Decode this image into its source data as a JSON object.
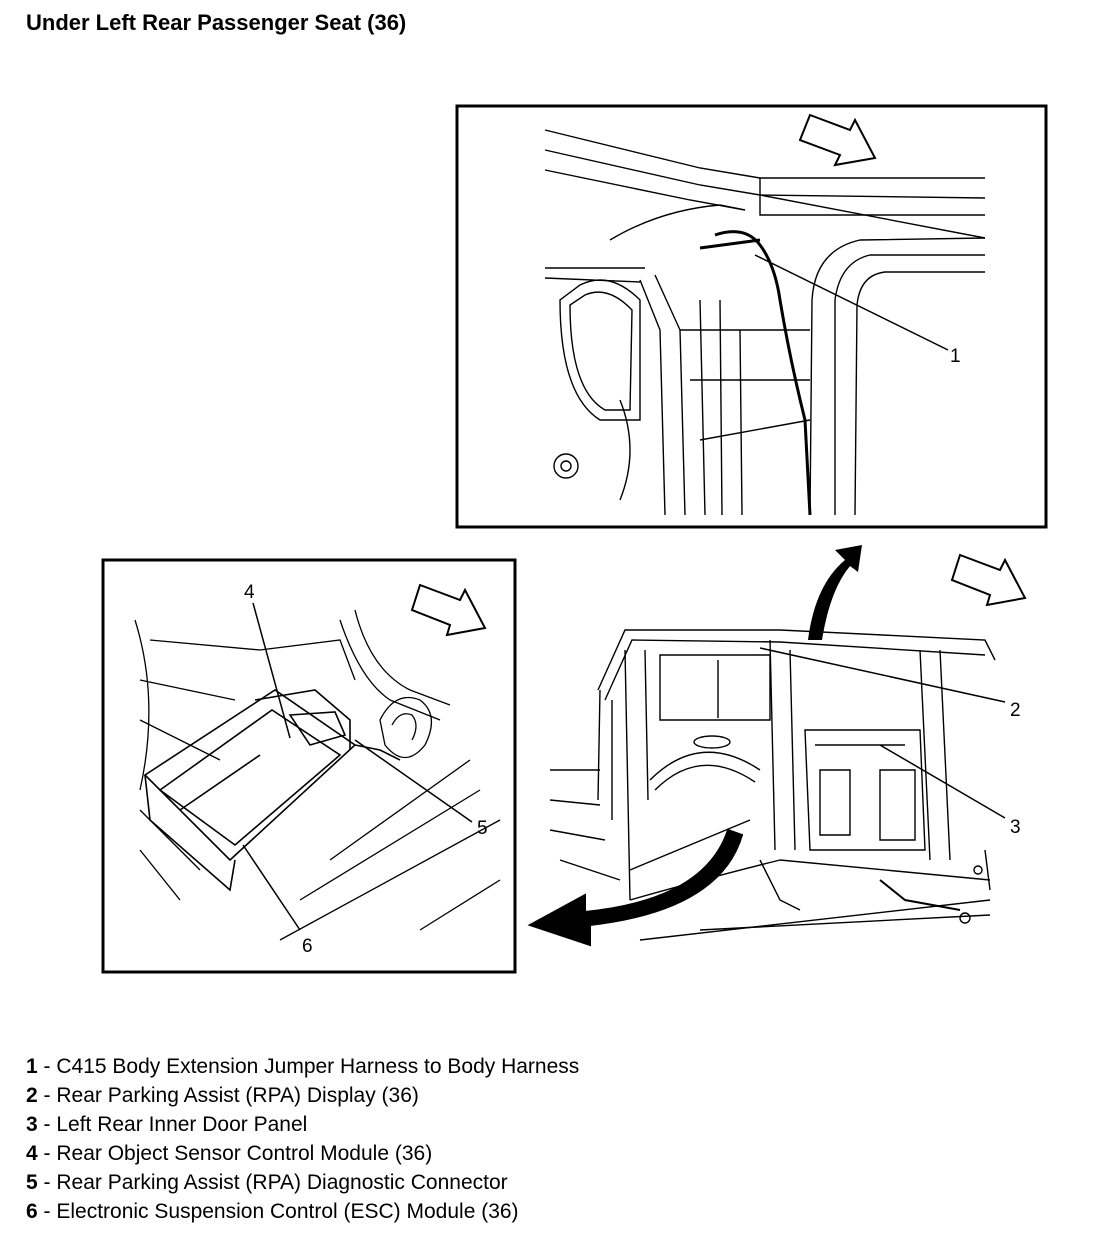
{
  "title": "Under Left Rear Passenger Seat (36)",
  "callouts": [
    "1",
    "2",
    "3",
    "4",
    "5",
    "6"
  ],
  "legend": [
    {
      "num": "1",
      "text": " - C415 Body Extension Jumper Harness to Body Harness"
    },
    {
      "num": "2",
      "text": " - Rear Parking Assist (RPA) Display (36)"
    },
    {
      "num": "3",
      "text": " - Left Rear Inner Door Panel"
    },
    {
      "num": "4",
      "text": " - Rear Object Sensor Control Module (36)"
    },
    {
      "num": "5",
      "text": " - Rear Parking Assist (RPA) Diagnostic Connector"
    },
    {
      "num": "6",
      "text": " - Electronic Suspension Control (ESC) Module (36)"
    }
  ]
}
